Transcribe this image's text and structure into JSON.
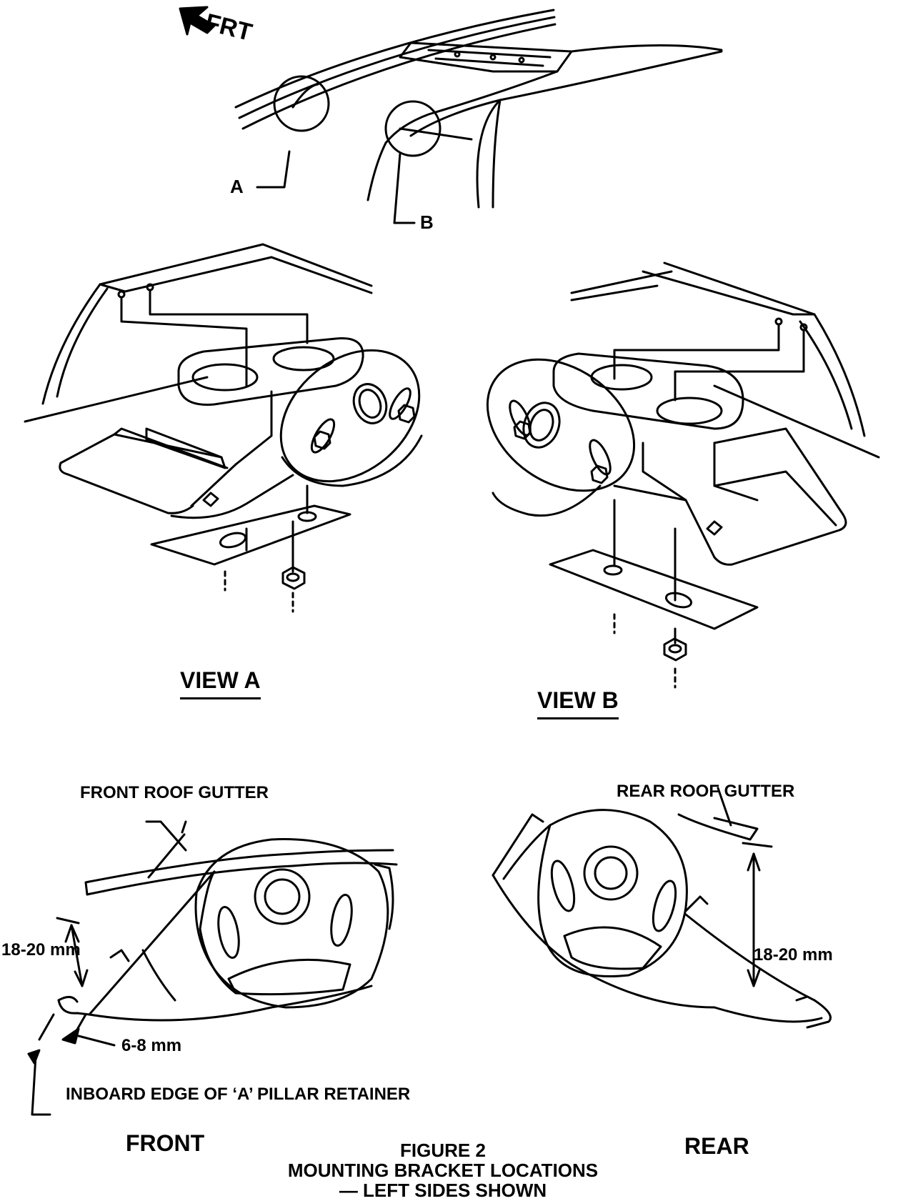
{
  "labels": {
    "frt": "FRT",
    "a": "A",
    "b": "B",
    "view_a": "VIEW A",
    "view_b": "VIEW B",
    "front_gutter": "FRONT ROOF GUTTER",
    "rear_gutter": "REAR ROOF GUTTER",
    "dim_front": "18-20 mm",
    "dim_rear": "18-20 mm",
    "dim_edge": "6-8 mm",
    "inboard": "INBOARD EDGE OF ‘A’ PILLAR RETAINER",
    "front": "FRONT",
    "rear": "REAR"
  },
  "caption": {
    "line1": "FIGURE 2",
    "line2": "MOUNTING BRACKET LOCATIONS",
    "line3": "— LEFT SIDES SHOWN"
  },
  "icons": [
    "front-direction-arrow-icon"
  ]
}
